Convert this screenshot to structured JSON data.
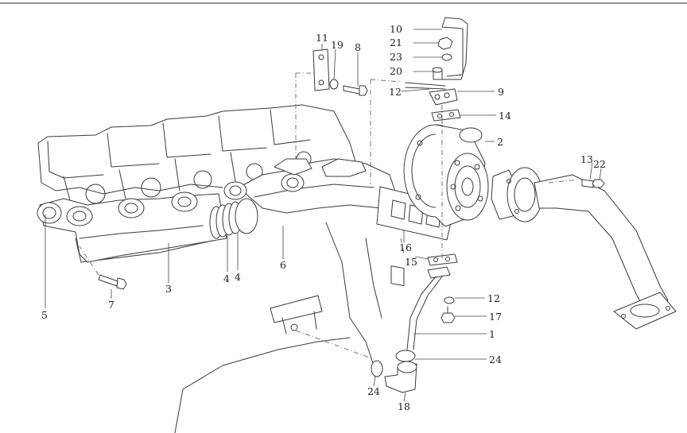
{
  "callouts": {
    "c1": "1",
    "c2": "2",
    "c3": "3",
    "c4a": "4",
    "c4b": "4",
    "c5": "5",
    "c6": "6",
    "c7": "7",
    "c8": "8",
    "c9": "9",
    "c10": "10",
    "c11": "11",
    "c12a": "12",
    "c12b": "12",
    "c13": "13",
    "c14": "14",
    "c15": "15",
    "c16": "16",
    "c17": "17",
    "c18": "18",
    "c19": "19",
    "c20": "20",
    "c21": "21",
    "c22": "22",
    "c23": "23",
    "c24a": "24",
    "c24b": "24"
  }
}
